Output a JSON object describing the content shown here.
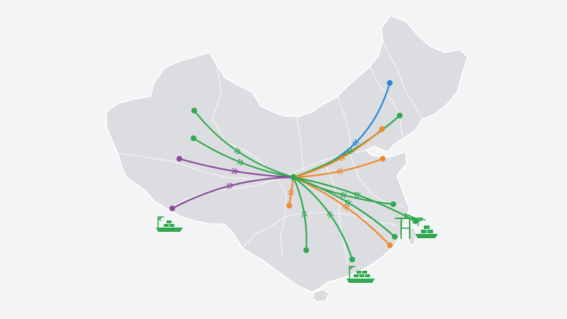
{
  "colors": {
    "background": "#f3f4f5",
    "land": "#dcdde0",
    "province_border": "#ffffff",
    "green": "#2fa84f",
    "purple": "#8a4a9e",
    "orange": "#ec8a2c",
    "blue": "#2a86d2"
  },
  "map": {
    "subject": "china-mainland",
    "hub_color": "green",
    "route_colors_in_order": [
      "blue",
      "green",
      "orange",
      "orange",
      "green",
      "green",
      "purple",
      "purple",
      "orange",
      "green",
      "green",
      "green",
      "orange",
      "green",
      "green"
    ]
  },
  "legend": [],
  "icons": [
    "port-crane-icon",
    "cargo-ship-icon",
    "container-stack-icon",
    "direction-chevron-icon"
  ]
}
